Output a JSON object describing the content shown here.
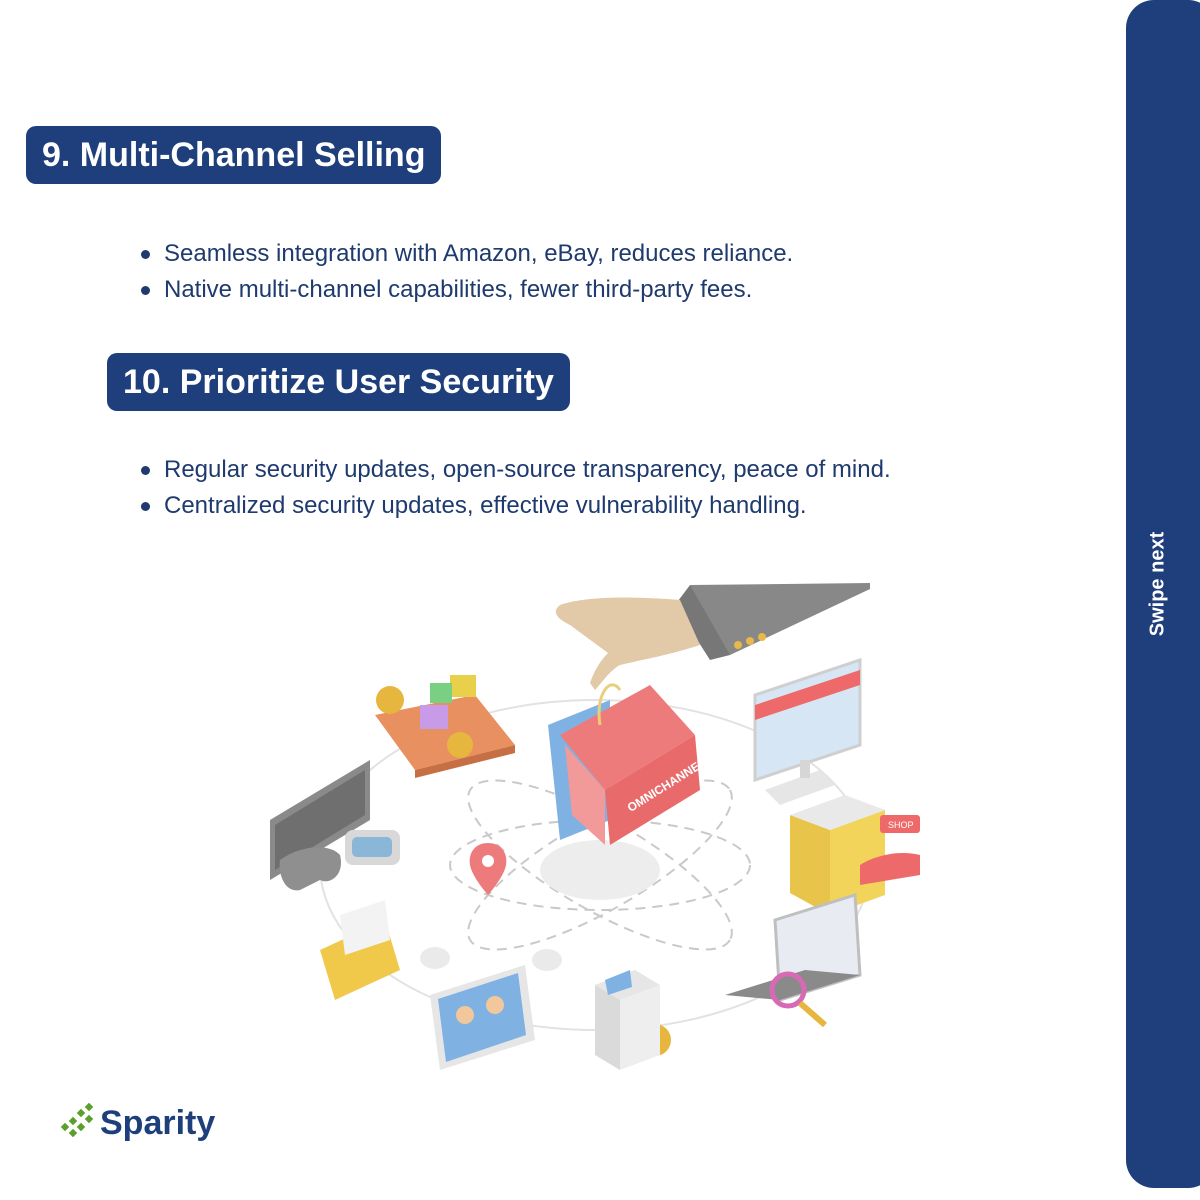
{
  "sections": [
    {
      "title": "9. Multi-Channel Selling",
      "bullets": [
        "Seamless integration with Amazon, eBay, reduces reliance.",
        "Native multi-channel capabilities, fewer third-party fees."
      ]
    },
    {
      "title": "10. Prioritize User Security",
      "bullets": [
        "Regular security updates, open-source transparency, peace of mind.",
        "Centralized security updates, effective vulnerability handling."
      ]
    }
  ],
  "side_panel": {
    "label": "Swipe next"
  },
  "illustration": {
    "bag_label": "OMNICHANNEL",
    "shop_sign": "SHOP",
    "icons": [
      "hand-icon",
      "shopping-bag-icon",
      "credit-card-icon",
      "gift-icon",
      "coin-icon",
      "storefront-monitor-icon",
      "shop-building-icon",
      "laptop-icon",
      "magnifier-icon",
      "atm-icon",
      "smartphone-video-call-icon",
      "chat-bubble-icon",
      "envelope-icon",
      "gamepad-icon",
      "vr-headset-icon",
      "tv-icon",
      "location-pin-icon"
    ]
  },
  "brand": {
    "name": "Sparity",
    "color": "#1e3f7c",
    "accent": "#5aa02c"
  },
  "colors": {
    "primary": "#1e3f7c",
    "text": "#1e3a6e",
    "background": "#ffffff"
  }
}
